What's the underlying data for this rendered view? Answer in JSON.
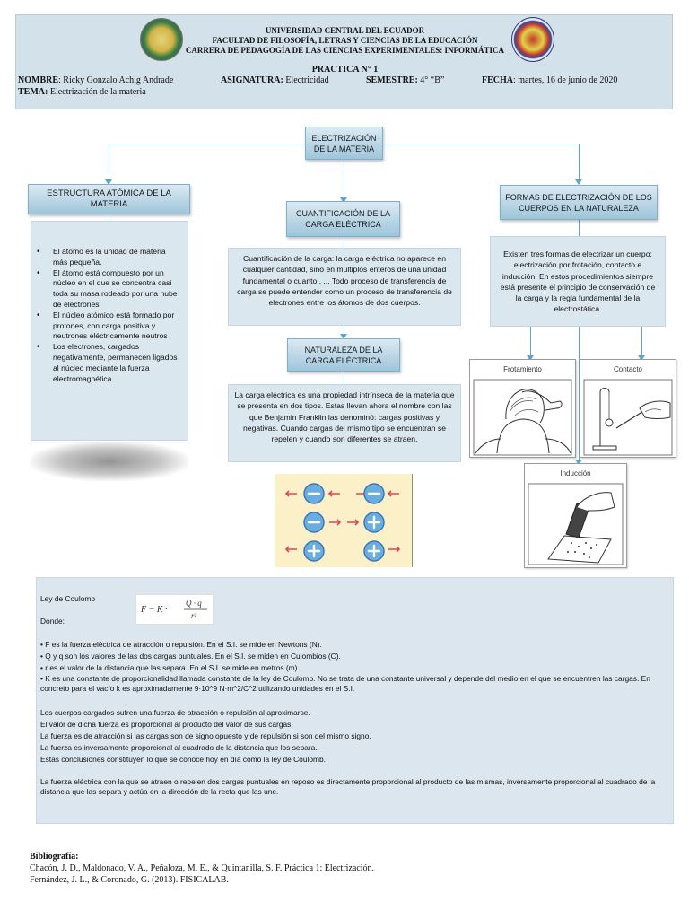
{
  "header": {
    "university": "UNIVERSIDAD CENTRAL DEL ECUADOR",
    "faculty": "FACULTAD DE FILOSOFÍA, LETRAS Y CIENCIAS DE LA EDUCACIÓN",
    "career": "CARRERA DE PEDAGOGÍA DE LAS CIENCIAS EXPERIMENTALES: INFORMÁTICA",
    "practice": "PRACTICA N° 1",
    "name_label": "NOMBRE",
    "name_value": ": Ricky Gonzalo Achig Andrade",
    "subject_label": "ASIGNATURA:",
    "subject_value": " Electricidad",
    "semester_label": "SEMESTRE:",
    "semester_value": " 4° “B”",
    "date_label": "FECHA",
    "date_value": ": martes, 16 de junio de 2020",
    "topic_label": "TEMA:",
    "topic_value": " Electrización de la materia"
  },
  "map": {
    "root": "ELECTRIZACIÓN DE LA MATERIA",
    "left_title": "ESTRUCTURA ATÓMICA DE LA MATERIA",
    "left_bullets": [
      "El átomo es la unidad de materia más pequeña.",
      "El átomo está compuesto por un núcleo en el que se concentra casi toda su masa rodeado por una nube de electrones",
      "El núcleo atómico está formado por protones, con carga positiva y neutrones eléctricamente neutros",
      "Los electrones, cargados negativamente, permanecen ligados al núcleo mediante la fuerza electromagnética."
    ],
    "mid_title": "CUANTIFICACIÓN DE LA CARGA ELÉCTRICA",
    "mid_text": "Cuantificación de la carga: la carga eléctrica no aparece en cualquier cantidad, sino en múltiplos enteros de una unidad fundamental o cuanto . ... Todo proceso de transferencia de carga se puede entender como un proceso de transferencia de electrones entre los átomos de dos cuerpos.",
    "nature_title": "NATURALEZA DE LA CARGA ELÉCTRICA",
    "nature_text": "La carga eléctrica es una propiedad intrínseca de la materia que se presenta en dos tipos. Estas llevan ahora el nombre con las que Benjamin Franklin las denominó: cargas positivas y negativas. Cuando cargas del mismo tipo se encuentran se repelen y cuando son diferentes se atraen.",
    "right_title": "FORMAS DE ELECTRIZACIÓN DE LOS CUERPOS EN LA NATURALEZA",
    "right_text": "Existen tres formas de electrizar un cuerpo: electrización por frotación, contacto e inducción. En estos procedimientos siempre está presente el principio de conservación de la carga y la regla fundamental de la electrostática.",
    "pic_friction": "Frotamiento",
    "pic_contact": "Contacto",
    "pic_induction": "Inducción",
    "charge_neg": "−",
    "charge_pos": "+"
  },
  "coulomb": {
    "title": "Ley de Coulomb",
    "formula": "F = K · Q·q / r²",
    "where": "Donde:",
    "items": [
      "• F es la fuerza eléctrica de atracción o repulsión. En el S.I. se mide en Newtons (N).",
      "• Q y q son los valores de las dos cargas puntuales. En el S.I. se miden en Culombios (C).",
      "• r es el valor de la distancia que las separa. En el S.I. se mide en metros (m).",
      "• K es una constante de proporcionalidad llamada constante de la ley de Coulomb. No se trata de una constante universal y depende del medio en el que se encuentren las cargas. En concreto para el vacío k es aproximadamente 9·10^9 N·m^2/C^2 utilizando unidades en el S.I."
    ],
    "para_lines": [
      "Los cuerpos cargados sufren una fuerza de atracción o repulsión al aproximarse.",
      "El valor de dicha fuerza es proporcional al producto del valor de sus cargas.",
      "La fuerza es de atracción si las cargas son de signo opuesto y de repulsión si son del mismo signo.",
      "La fuerza es inversamente proporcional al cuadrado de la distancia que los separa.",
      "Estas conclusiones constituyen lo que se conoce hoy en día como la ley de Coulomb."
    ],
    "final": "La fuerza eléctrica con la que se atraen o repelen dos cargas puntuales en reposo es directamente proporcional al producto de las mismas, inversamente proporcional al cuadrado de la distancia que las separa y actúa en la dirección de la recta que las une."
  },
  "bibliography": {
    "title": "Bibliografía:",
    "refs": [
      "Chacón, J. D., Maldonado, V. A., Peñaloza, M. E., & Quintanilla, S. F. Práctica 1: Electrización.",
      "Fernández, J. L., & Coronado, G. (2013). FISICALAB."
    ]
  },
  "colors": {
    "header_bg": "#d3e2ea",
    "box_bg": "#dbe7ef",
    "connector": "#5ea3c8",
    "charge_neg": "#5a9bd5",
    "charge_arrow": "#d9475a"
  }
}
